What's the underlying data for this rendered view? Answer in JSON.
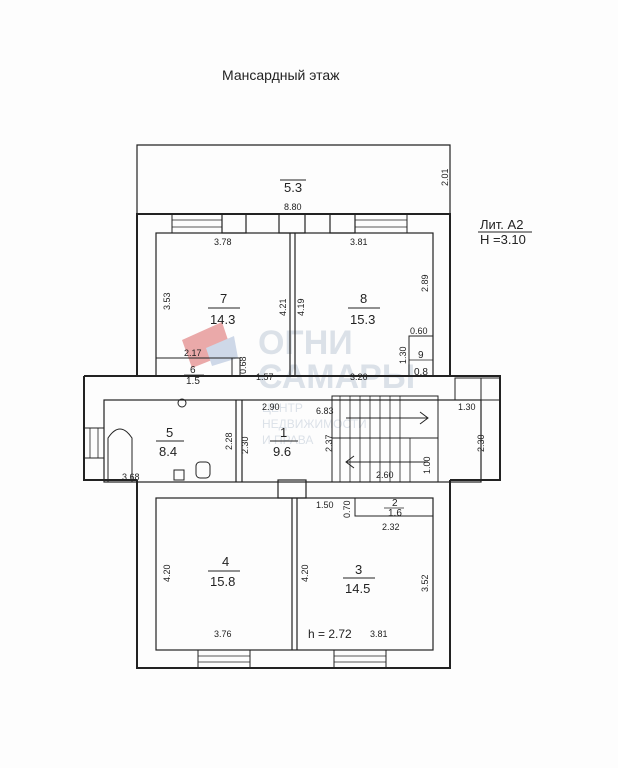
{
  "title": "Мансардный этаж",
  "litera": "Лит. А2",
  "height_total": "Н =3.10",
  "ceiling_height": "h = 2.72",
  "watermark": {
    "brand_line1": "ОГНИ",
    "brand_line2": "САМАРЫ",
    "sub_line1": "ЦЕНТР",
    "sub_line2": "НЕДВИЖИМОСТИ",
    "sub_line3": "И ПРАВА",
    "accent_color": "#e8a0a0"
  },
  "rooms": [
    {
      "id": "7",
      "num": "7",
      "area": "14.3"
    },
    {
      "id": "8",
      "num": "8",
      "area": "15.3"
    },
    {
      "id": "6",
      "num": "6",
      "area": "1.5"
    },
    {
      "id": "9",
      "num": "9",
      "area": "0.8"
    },
    {
      "id": "5",
      "num": "5",
      "area": "8.4"
    },
    {
      "id": "1",
      "num": "1",
      "area": "9.6"
    },
    {
      "id": "2",
      "num": "2",
      "area": "1.6"
    },
    {
      "id": "4",
      "num": "4",
      "area": "15.8"
    },
    {
      "id": "3",
      "num": "3",
      "area": "14.5"
    },
    {
      "id": "balcony",
      "num": "",
      "area": "5.3"
    }
  ],
  "dims": {
    "d_880": "8.80",
    "d_201": "2.01",
    "d_378": "3.78",
    "d_381_top": "3.81",
    "d_353": "3.53",
    "d_421": "4.21",
    "d_419": "4.19",
    "d_289": "2.89",
    "d_217": "2.17",
    "d_068": "0.68",
    "d_060": "0.60",
    "d_130_small": "1.30",
    "d_157": "1.57",
    "d_326": "3.26",
    "d_130_right": "1.30",
    "d_290": "2.90",
    "d_683": "6.83",
    "d_228": "2.28",
    "d_230_left": "2.30",
    "d_237": "2.37",
    "d_230_right": "2.30",
    "d_368": "3.68",
    "d_260": "2.60",
    "d_100": "1.00",
    "d_150": "1.50",
    "d_070": "0.70",
    "d_232": "2.32",
    "d_420_left": "4.20",
    "d_420_mid": "4.20",
    "d_352": "3.52",
    "d_376": "3.76",
    "d_381_bottom": "3.81"
  }
}
